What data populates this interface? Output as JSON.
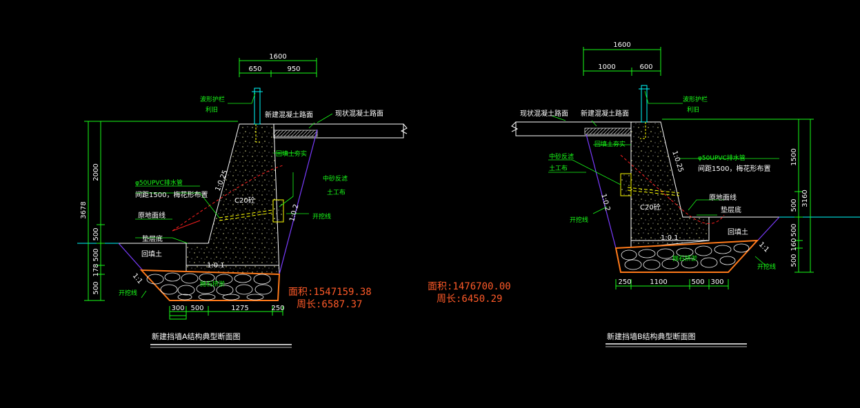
{
  "colors": {
    "background": "#000000",
    "dimension_line": "#19ff19",
    "outline": "#ffffff",
    "wall_outline": "#00ffff",
    "excavation_line": "#7a3cff",
    "original_ground": "#ff2020",
    "stone_base": "#ff7a1a",
    "area_text": "#ff5a28",
    "concrete_speckle": "#e8e8a0"
  },
  "section_a": {
    "title": "新建挡墙A结构典型断面图",
    "top_dims": {
      "total": "1600",
      "left": "650",
      "right": "950"
    },
    "left_dims": {
      "total": "3678",
      "d1": "2000",
      "d2": "500",
      "d3": "500",
      "d4": "178",
      "d5": "500"
    },
    "bottom_dims": {
      "d1": "300",
      "d2": "500",
      "d3": "1275",
      "d4": "250"
    },
    "labels": {
      "guardrail": "波形护栏",
      "reuse": "利旧",
      "new_pavement": "新建混凝土路面",
      "existing_pavement": "现状混凝土路面",
      "backfill_compact": "回填土夯实",
      "drain_pipe": "φ50UPVC排水管",
      "pipe_spacing": "间距1500，梅花形布置",
      "slope_1": "1:0.25",
      "concrete": "C20砼",
      "gravel_filter": "中砂反滤",
      "geotextile": "土工布",
      "ground_line": "原地面线",
      "cushion": "垫层底",
      "backfill": "回填土",
      "slope_2": "1:0.2",
      "excavation": "开挖线",
      "slope_3": "1:0.1",
      "slope_4": "1:1",
      "rubble": "抛石挤淤"
    },
    "area": "面积:1547159.38",
    "perimeter": "周长:6587.37"
  },
  "middle": {
    "area": "面积:1476700.00",
    "perimeter": "周长:6450.29"
  },
  "section_b": {
    "title": "新建挡墙B结构典型断面图",
    "top_dims": {
      "total": "1600",
      "left": "1000",
      "right": "600"
    },
    "right_dims": {
      "total": "3160",
      "d1": "1500",
      "d2": "500",
      "d3": "500",
      "d4": "160",
      "d5": "500"
    },
    "bottom_dims": {
      "d1": "250",
      "d2": "1100",
      "d3": "500",
      "d4": "300"
    },
    "labels": {
      "guardrail": "波形护栏",
      "reuse": "利旧",
      "existing_pavement": "现状混凝土路面",
      "new_pavement": "新建混凝土路面",
      "backfill_compact": "回填土夯实",
      "gravel_filter": "中砂反滤",
      "geotextile": "土工布",
      "drain_pipe": "φ50UPVC排水管",
      "pipe_spacing": "间距1500，梅花形布置",
      "slope_1": "1:0.25",
      "slope_2": "1:0.2",
      "excavation": "开挖线",
      "concrete": "C20砼",
      "ground_line": "原地面线",
      "cushion": "垫层底",
      "slope_3": "1:0.1",
      "backfill": "回填土",
      "rubble": "抛石挤淤",
      "slope_4": "1:1"
    }
  }
}
